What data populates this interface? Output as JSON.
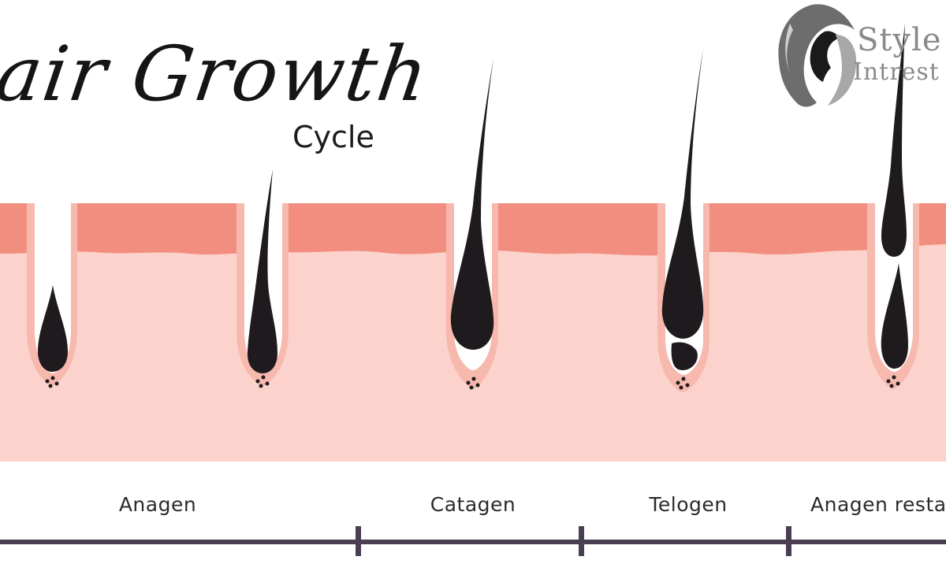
{
  "title": {
    "main": "air Growth",
    "sub": "Cycle"
  },
  "logo": {
    "line1": "Style",
    "line2": "Intrest",
    "icon": "woman-profile-icon"
  },
  "phases": [
    {
      "label": "Anagen"
    },
    {
      "label": "Catagen"
    },
    {
      "label": "Telogen"
    },
    {
      "label": "Anagen resta"
    }
  ],
  "colors": {
    "epidermis": "#f28e80",
    "dermis": "#fcd3cc",
    "hair": "#1f1a1e",
    "follicle": "#ffffff",
    "timeline": "#4a3f52",
    "text": "#2b2b2b"
  }
}
